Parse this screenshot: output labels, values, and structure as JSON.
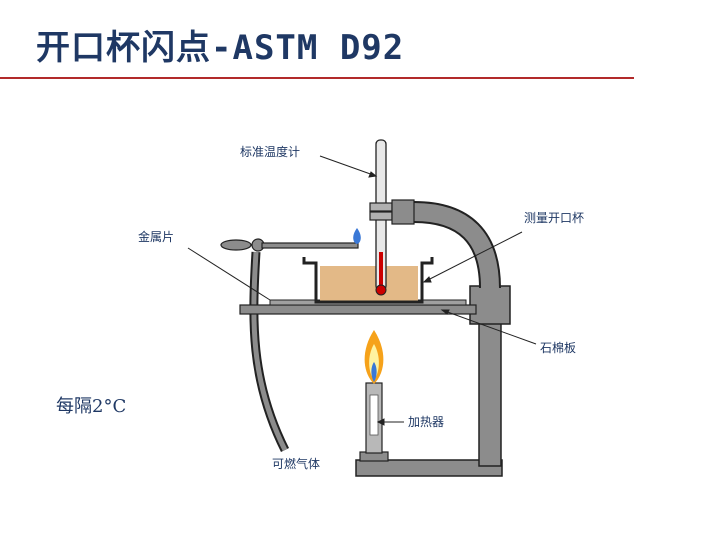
{
  "title": "开口杯闪点-ASTM D92",
  "labels": {
    "thermometer": "标准温度计",
    "metal_sheet": "金属片",
    "test_cup": "测量开口杯",
    "asbestos_board": "石棉板",
    "heater": "加热器",
    "gas": "可燃气体"
  },
  "note": "每隔2°C",
  "colors": {
    "title": "#1f3864",
    "rule": "#b22a2a",
    "apparatus": "#8c8c8c",
    "sample": "#e3b987",
    "mercury": "#cc0000",
    "flame_outer": "#f6a21a",
    "flame_inner": "#fff3a0",
    "flame_core": "#3a78d6"
  }
}
